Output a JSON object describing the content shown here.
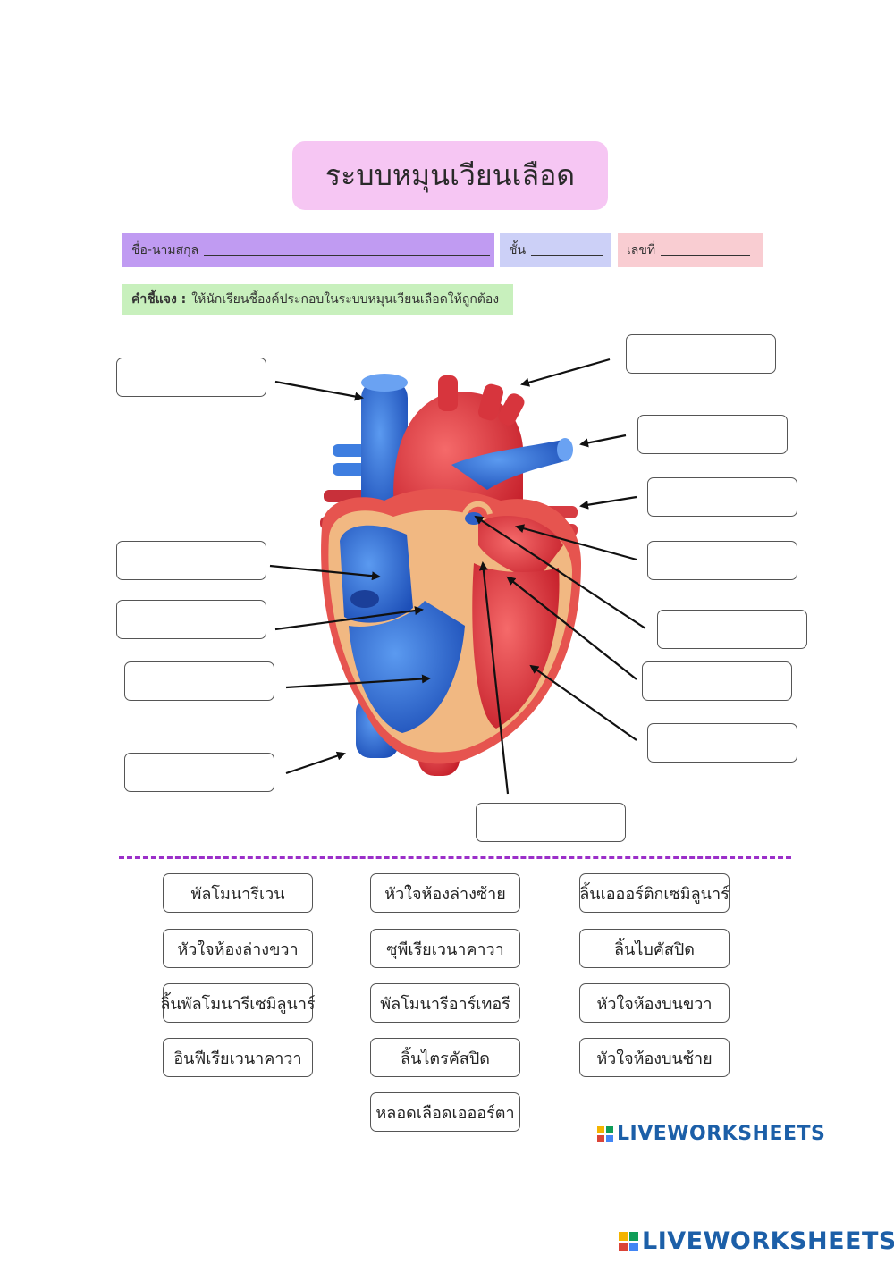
{
  "title": "ระบบหมุนเวียนเลือด",
  "info": {
    "name_label": "ชื่อ-นามสกุล",
    "class_label": "ชั้น",
    "number_label": "เลขที่"
  },
  "instruction": {
    "label": "คำชี้แจง :",
    "text": "ให้นักเรียนชี้องค์ประกอบในระบบหมุนเวียนเลือดให้ถูกต้อง"
  },
  "word_bank": {
    "column1": [
      "พัลโมนารีเวน",
      "หัวใจห้องล่างขวา",
      "ลิ้นพัลโมนารีเซมิลูนาร์",
      "อินฟีเรียเวนาคาวา"
    ],
    "column2": [
      "หัวใจห้องล่างซ้าย",
      "ซุพีเรียเวนาคาวา",
      "พัลโมนารีอาร์เทอรี",
      "ลิ้นไตรคัสปิด",
      "หลอดเลือดเอออร์ตา"
    ],
    "column3": [
      "ลิ้นเอออร์ติกเซมิลูนาร์",
      "ลิ้นไบคัสปิด",
      "หัวใจห้องบนขวา",
      "หัวใจห้องบนซ้าย"
    ]
  },
  "logo": {
    "text": "LIVEWORKSHEETS",
    "color": "#1c5fa8"
  },
  "colors": {
    "vein_blue": "#2f6fd6",
    "artery_red": "#e23a3a",
    "wall": "#f1b882"
  }
}
